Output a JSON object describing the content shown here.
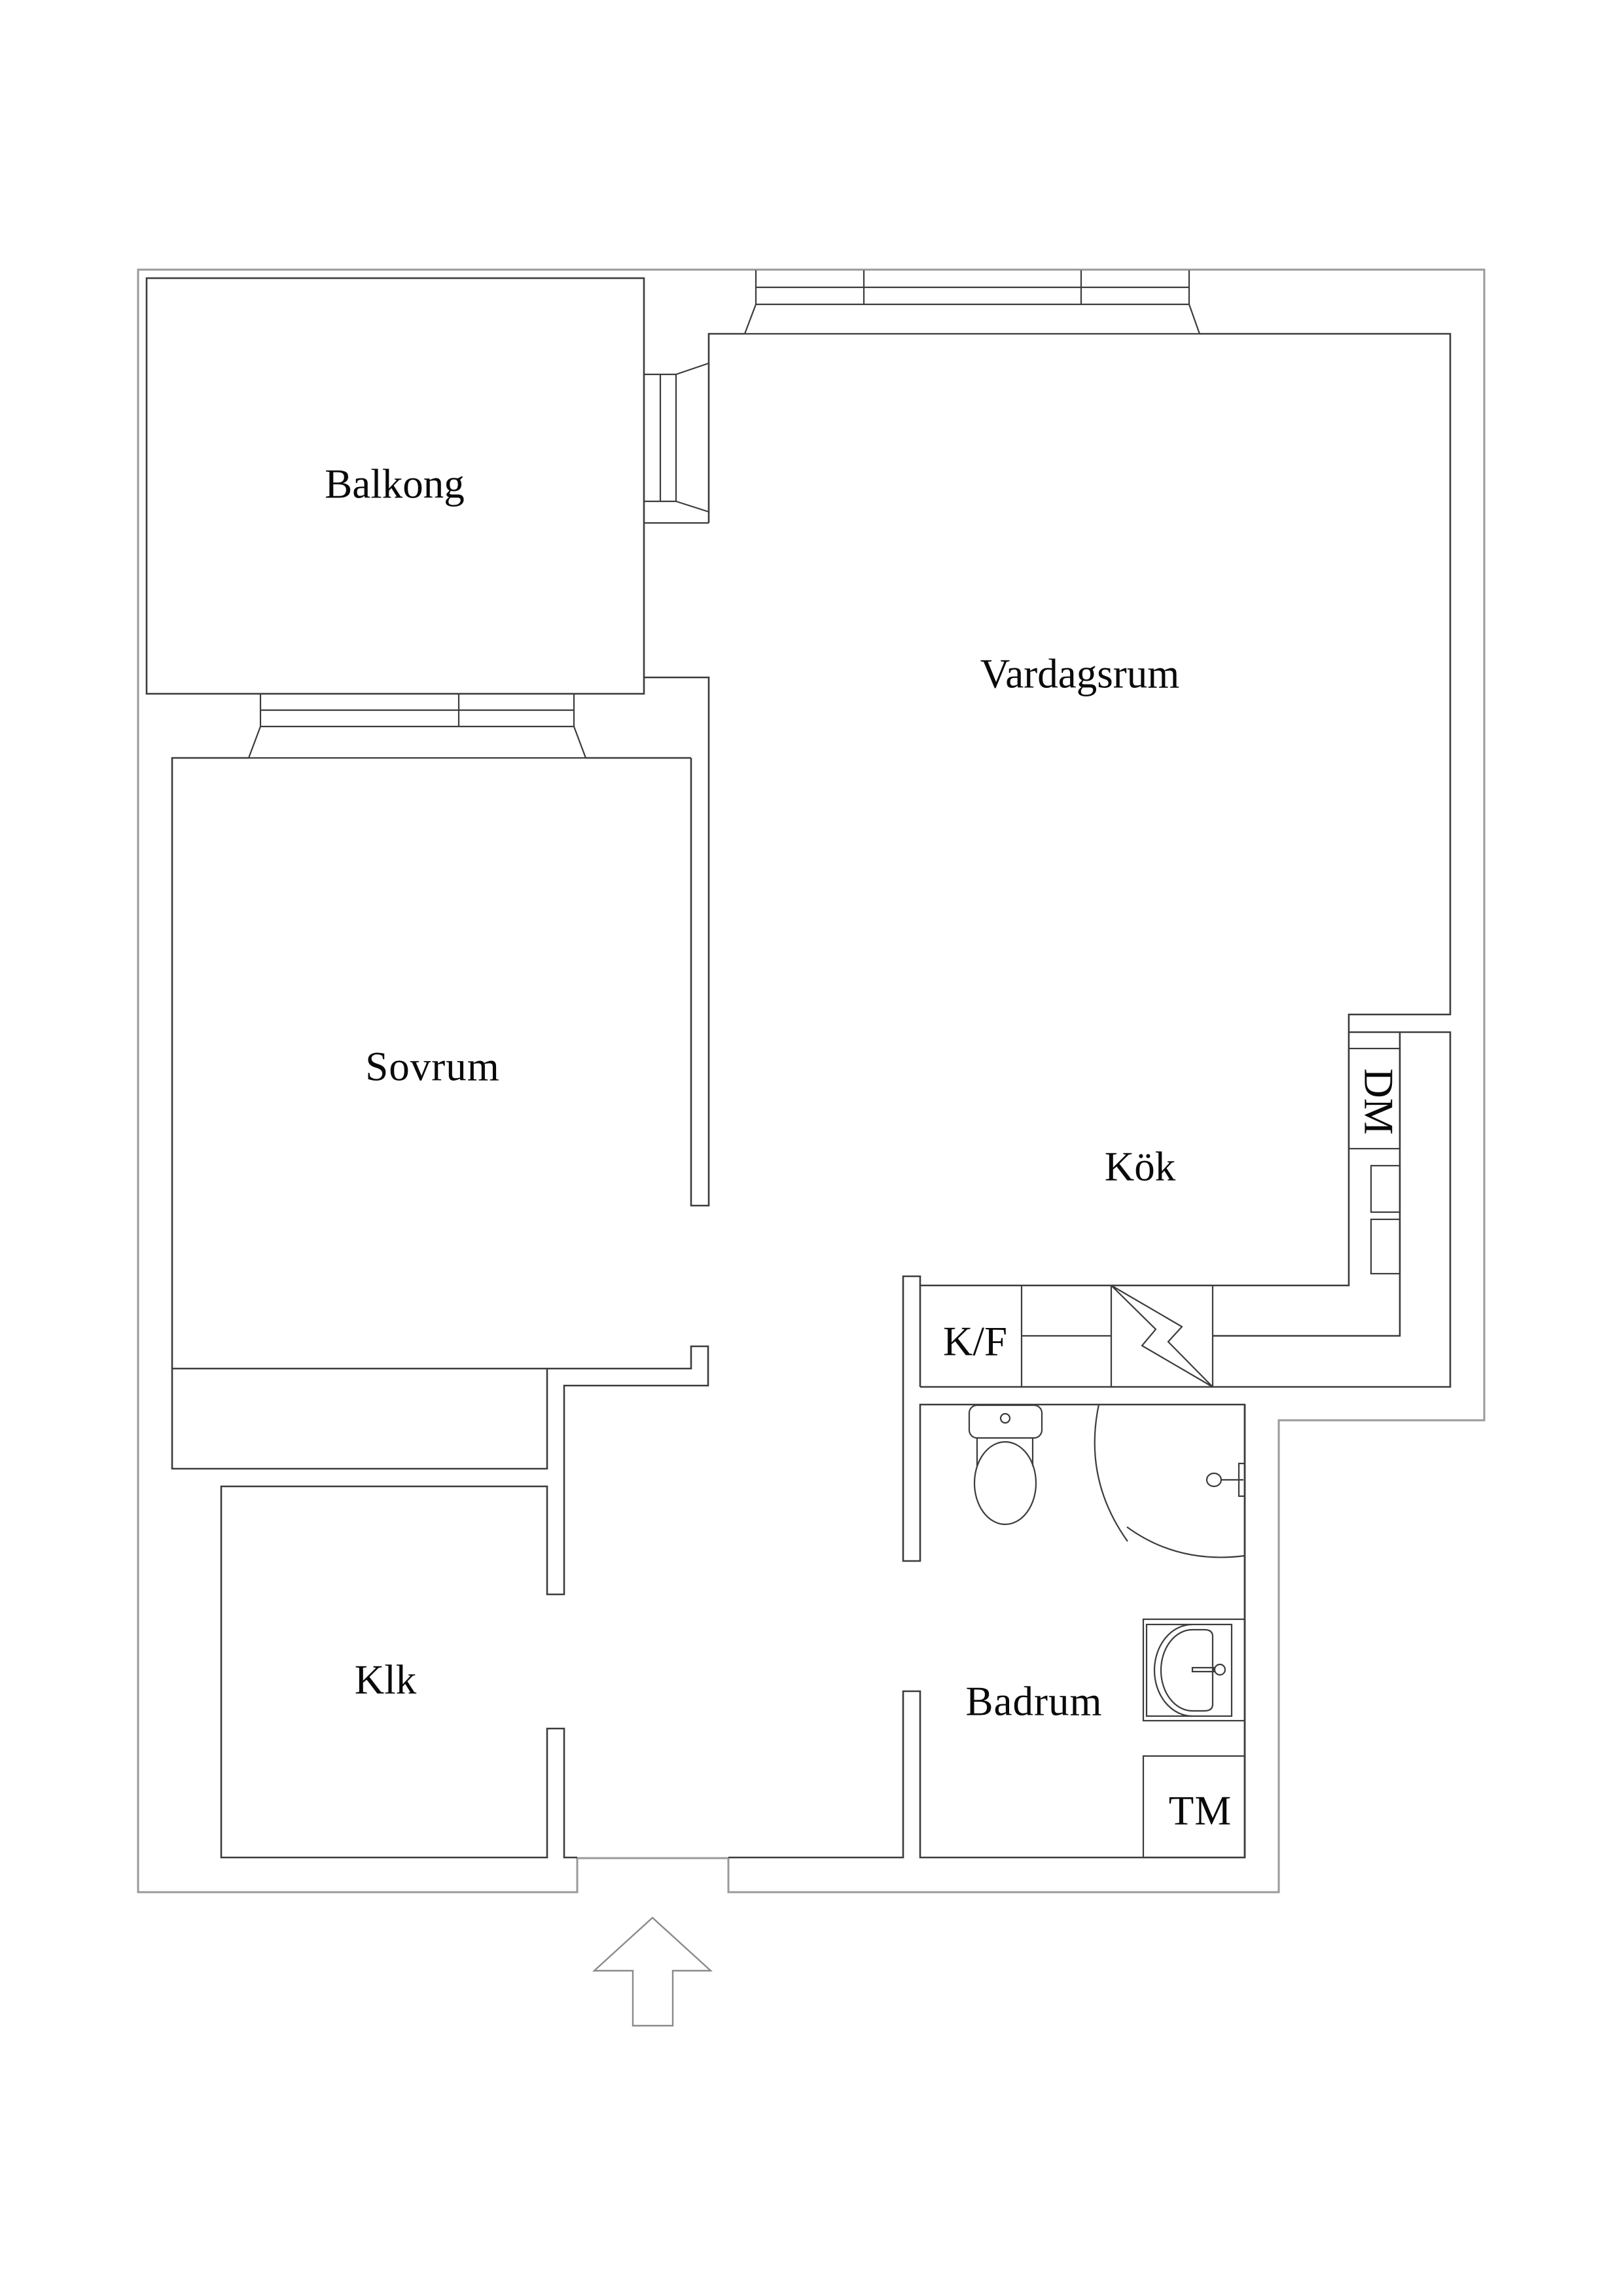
{
  "plan": {
    "line_color": "#3c3c3c",
    "outer_line_color": "#9a9a9a",
    "background": "#ffffff"
  },
  "rooms": {
    "balkong": "Balkong",
    "vardagsrum": "Vardagsrum",
    "sovrum": "Sovrum",
    "kok": "Kök",
    "klk": "Klk",
    "badrum": "Badrum"
  },
  "fixtures": {
    "kf": "K/F",
    "dm": "DM",
    "tm": "TM"
  },
  "icons": {
    "entrance": "entrance-arrow-up",
    "stove": "stove-lightning-symbol",
    "toilet": "toilet",
    "sink": "washbasin",
    "shower": "shower-head"
  }
}
